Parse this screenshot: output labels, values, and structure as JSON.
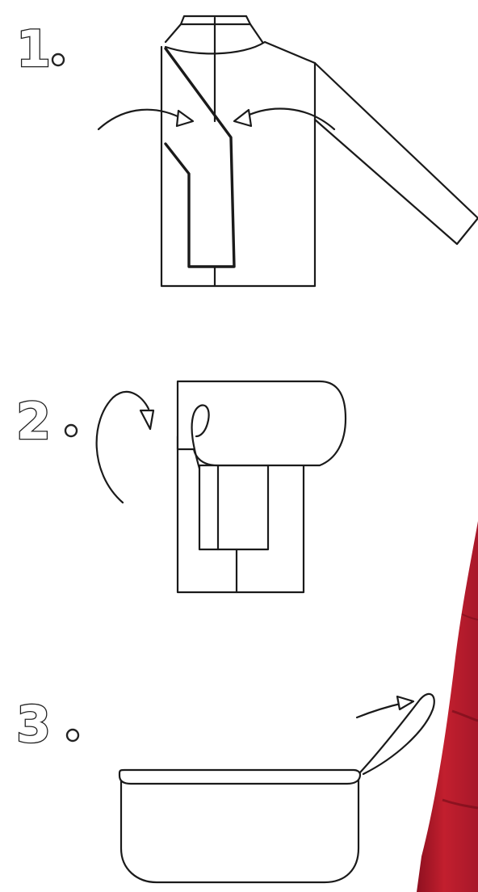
{
  "steps": [
    {
      "number": "1",
      "figure": "jacket-front-fold-in"
    },
    {
      "number": "2",
      "figure": "jacket-roll-down"
    },
    {
      "number": "3",
      "figure": "jacket-tuck-into-hood"
    }
  ],
  "colors": {
    "line": "#1a1a1a",
    "background": "#ffffff",
    "jacket_red": "#c21f2e",
    "jacket_red_dark": "#8e1020"
  }
}
